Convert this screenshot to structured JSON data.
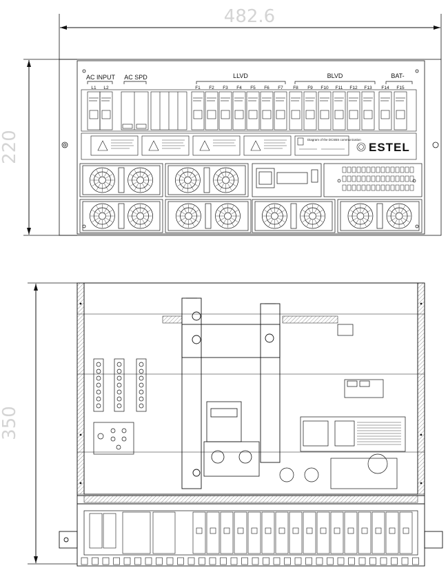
{
  "dimensions": {
    "width": "482.6",
    "height_front": "220",
    "depth": "350"
  },
  "front_panel": {
    "groups": {
      "ac_input": "AC INPUT",
      "ac_spd": "AC SPD",
      "llvd": "LLVD",
      "blvd": "BLVD",
      "bat_minus": "BAT-"
    },
    "ac_input_breakers": [
      "L1",
      "L2"
    ],
    "llvd_breakers": [
      "F1",
      "F2",
      "F3",
      "F4",
      "F5",
      "F6",
      "F7"
    ],
    "blvd_breakers": [
      "F8",
      "F9",
      "F10",
      "F11",
      "F12",
      "F13"
    ],
    "battery_breakers": [
      "F14",
      "F15"
    ],
    "brand": "ESTEL",
    "diagram_label": "Diagram of the DCSBS communication"
  },
  "colors": {
    "line": "#111111",
    "dimension_text": "#d4d4d4",
    "hatch": "#555555"
  }
}
